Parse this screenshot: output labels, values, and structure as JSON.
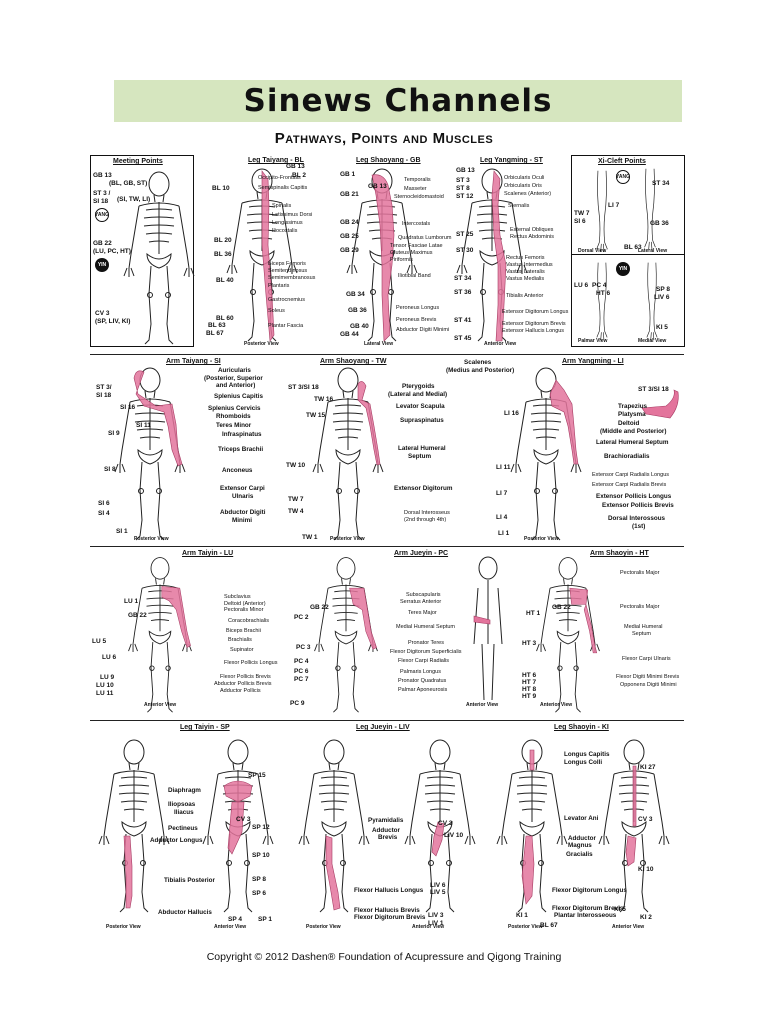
{
  "title": "Sinews Channels",
  "subtitle": "Pathways, Points and Muscles",
  "copyright": "Copyright © 2012 Dashen® Foundation of Acupressure and Qigong Training",
  "colors": {
    "accent": "#e3749c",
    "band": "#d6e6bf"
  },
  "meeting": {
    "title": "Meeting Points",
    "points": [
      "GB 13",
      "(BL, GB, ST)",
      "ST 3 /",
      "SI 18",
      "(SI, TW, LI)",
      "GB 22",
      "(LU, PC, HT)",
      "CV 3",
      "(SP, LIV, KI)"
    ],
    "yang": "YANG",
    "yin": "YIN"
  },
  "xicleft": {
    "title": "Xi-Cleft Points",
    "points": [
      "ST 34",
      "LI 7",
      "TW 7",
      "SI 6",
      "GB 36",
      "BL 63",
      "SP 8",
      "LIV 6",
      "LU 6",
      "PC 4",
      "HT 6",
      "KI 5"
    ],
    "views": [
      "Dorsal View",
      "Lateral View",
      "Palmar View",
      "Medial View"
    ],
    "badges": [
      "YANG",
      "YIN"
    ]
  },
  "panels": [
    {
      "title": "Leg Taiyang - BL",
      "view": "Posterior View",
      "points": [
        "GB 13",
        "BL 2",
        "BL 10",
        "BL 20",
        "BL 36",
        "BL 40",
        "BL 60",
        "BL 63",
        "BL 67"
      ],
      "muscles": [
        "Occipito-Frontalis",
        "Semispinalis Capitis",
        "Spinalis",
        "Latissimus Dorsi",
        "Longissimus",
        "Iliocostalis",
        "Biceps Femoris",
        "Semitendinosus",
        "Semimembranosus",
        "Plantaris",
        "Gastrocnemius",
        "Soleus",
        "Plantar Fascia"
      ]
    },
    {
      "title": "Leg Shaoyang - GB",
      "view": "Lateral View",
      "points": [
        "GB 1",
        "GB 13",
        "GB 21",
        "GB 24",
        "GB 25",
        "GB 29",
        "GB 34",
        "GB 36",
        "GB 40",
        "GB 44"
      ],
      "muscles": [
        "Temporalis",
        "Masseter",
        "Sternocleidomastoid",
        "Intercostals",
        "Quadratus Lumborum",
        "Tensor Fasciae Latae",
        "Gluteus Maximus",
        "Piriformis",
        "Iliotibial Band",
        "Peroneus Longus",
        "Peroneus Brevis",
        "Abductor Digiti Minimi"
      ]
    },
    {
      "title": "Leg Yangming - ST",
      "view": "Anterior View",
      "points": [
        "GB 13",
        "ST 3",
        "ST 8",
        "ST 12",
        "ST 25",
        "ST 30",
        "ST 34",
        "ST 36",
        "ST 41",
        "ST 45"
      ],
      "muscles": [
        "Orbicularis Oculi",
        "Orbicularis Oris",
        "Scalenes (Anterior)",
        "Sternalis",
        "External Obliques",
        "Rectus Abdominis",
        "Rectus Femoris",
        "Vastus Intermedius",
        "Vastus Lateralis",
        "Vastus Medialis",
        "Tibialis Anterior",
        "Extensor Digitorum Longus",
        "Extensor Digitorum Brevis",
        "Extensor Hallucis Longus"
      ]
    },
    {
      "title": "Arm Taiyang - SI",
      "view": "Posterior View",
      "points": [
        "ST 3/",
        "SI 18",
        "SI 16",
        "SI 9",
        "SI 11",
        "SI 8",
        "SI 6",
        "SI 4",
        "SI 1"
      ],
      "muscles": [
        "Auricularis",
        "(Posterior, Superior",
        "and Anterior)",
        "Splenius Capitis",
        "Splenius Cervicis",
        "Rhomboids",
        "Teres Minor",
        "Infraspinatus",
        "Triceps Brachii",
        "Anconeus",
        "Extensor Carpi",
        "Ulnaris",
        "Abductor Digiti",
        "Minimi"
      ]
    },
    {
      "title": "Arm Shaoyang - TW",
      "view": "Posterior View",
      "points": [
        "ST 3/SI 18",
        "TW 16",
        "TW 15",
        "TW 10",
        "TW 7",
        "TW 4",
        "TW 1"
      ],
      "muscles": [
        "Pterygoids",
        "(Lateral and Medial)",
        "Levator Scapula",
        "Supraspinatus",
        "Lateral Humeral",
        "Septum",
        "Extensor Digitorum",
        "Dorsal Interosseus",
        "(2nd through 4th)",
        "Scalenes",
        "(Medius and Posterior)"
      ]
    },
    {
      "title": "Arm Yangming - LI",
      "view": "Posterior View",
      "points": [
        "ST 3/SI 18",
        "LI 16",
        "LI 11",
        "LI 7",
        "LI 4",
        "LI 1"
      ],
      "muscles": [
        "Trapezius",
        "Platysma",
        "Deltoid",
        "(Middle and Posterior)",
        "Lateral Humeral Septum",
        "Brachioradialis",
        "Extensor Carpi Radialis Longus",
        "Extensor Carpi Radialis Brevis",
        "Extensor Pollicis Longus",
        "Extensor Pollicis Brevis",
        "Dorsal Interossous",
        "(1st)"
      ]
    },
    {
      "title": "Arm Taiyin - LU",
      "view": "Anterior View",
      "points": [
        "LU 1",
        "GB 22",
        "LU 5",
        "LU 6",
        "LU 9",
        "LU 10",
        "LU 11"
      ],
      "muscles": [
        "Subclavius",
        "Deltoid (Anterior)",
        "Pectoralis Minor",
        "Coracobrachialis",
        "Biceps Brachii",
        "Brachialis",
        "Supinator",
        "Flexor Pollicis Longus",
        "Flexor Pollicis Brevis",
        "Abductor Pollicis Brevis",
        "Adductor Pollicis"
      ]
    },
    {
      "title": "Arm Jueyin - PC",
      "view": "Anterior View",
      "points": [
        "GB 22",
        "PC 2",
        "PC 3",
        "PC 4",
        "PC 6",
        "PC 7",
        "PC 9"
      ],
      "muscles": [
        "Subscapularis",
        "Serratus Anterior",
        "Teres Major",
        "Medial Humeral Septum",
        "Pronator Teres",
        "Flexor Digitorum Superficialis",
        "Flexor Carpi Radialis",
        "Palmaris Longus",
        "Pronator Quadratus",
        "Palmar Aponeurosis"
      ]
    },
    {
      "title": "Arm Shaoyin - HT",
      "view": "Anterior View",
      "points": [
        "HT 1",
        "GB 22",
        "HT 3",
        "HT 6",
        "HT 7",
        "HT 8",
        "HT 9"
      ],
      "muscles": [
        "Pectoralis Major",
        "Pectoralis Major",
        "Medial Humeral",
        "Septum",
        "Flexor Carpi Ulnaris",
        "Flexor Digiti Minimi Brevis",
        "Opponens Digiti Minimi"
      ]
    },
    {
      "title": "Leg Taiyin - SP",
      "views": [
        "Posterior View",
        "Anterior View"
      ],
      "points": [
        "SP 15",
        "CV 3",
        "SP 12",
        "SP 10",
        "SP 8",
        "SP 6",
        "SP 4",
        "SP 1"
      ],
      "muscles": [
        "Diaphragm",
        "Iliopsoas",
        "Iliacus",
        "Pectineus",
        "Adductor Longus",
        "Tibialis Posterior",
        "Abductor Hallucis"
      ]
    },
    {
      "title": "Leg Jueyin - LIV",
      "views": [
        "Posterior View",
        "Anterior View"
      ],
      "points": [
        "CV 3",
        "LIV 10",
        "LIV 6",
        "LIV 5",
        "LIV 3",
        "LIV 1"
      ],
      "muscles": [
        "Pyramidalis",
        "Adductor",
        "Brevis",
        "Flexor Hallucis Longus",
        "Flexor Hallucis Brevis",
        "Flexor Digitorum Brevis"
      ]
    },
    {
      "title": "Leg Shaoyin - KI",
      "views": [
        "Posterior View",
        "Anterior View"
      ],
      "points": [
        "KI 27",
        "CV 3",
        "KI 10",
        "KI 1",
        "BL 67",
        "KI 5",
        "KI 2"
      ],
      "muscles": [
        "Longus Capitis",
        "Longus Colli",
        "Levator Ani",
        "Adductor",
        "Magnus",
        "Gracialis",
        "Flexor Digitorum Longus",
        "Flexor Digitorum Brevis",
        "Plantar Interosseous"
      ]
    }
  ]
}
